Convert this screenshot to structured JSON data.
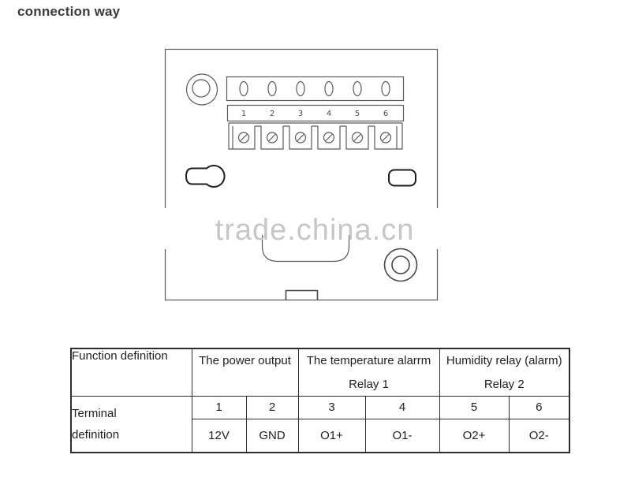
{
  "page": {
    "title": "connection way"
  },
  "watermark": {
    "text": "trade.china.cn"
  },
  "diagram": {
    "terminal_numbers": [
      "1",
      "2",
      "3",
      "4",
      "5",
      "6"
    ],
    "line_color": "#5a5a5a",
    "slot_outline_color": "#1e1e1e",
    "watermark_color": "#c7c7c7"
  },
  "table": {
    "headers": {
      "function": "Function definition",
      "power": "The power output",
      "temp_line1": "The temperature alarrm",
      "temp_line2": "Relay 1",
      "humidity_line1": "Humidity relay (alarm)",
      "humidity_line2": "Relay 2"
    },
    "terminal": {
      "line1": "Terminal",
      "line2": "definition"
    },
    "numbers": [
      "1",
      "2",
      "3",
      "4",
      "5",
      "6"
    ],
    "values": [
      "12V",
      "GND",
      "O1+",
      "O1-",
      "O2+",
      "O2-"
    ]
  },
  "colors": {
    "table_border": "#2e2e2e",
    "text": "#1f1f1f",
    "title": "#3a3a3a"
  }
}
